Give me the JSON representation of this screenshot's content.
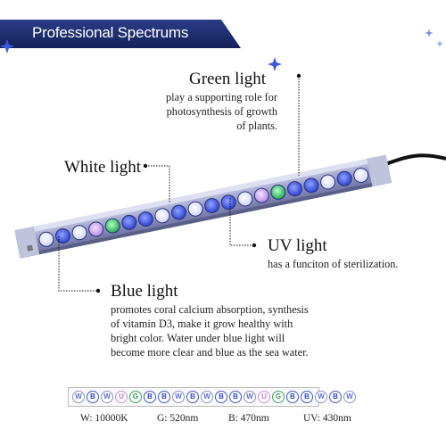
{
  "banner": {
    "title": "Professional Spectrums"
  },
  "callouts": {
    "green": {
      "title": "Green light",
      "lines": [
        "play a supporting role for",
        "photosynthesis of growth",
        "of plants."
      ]
    },
    "white": {
      "title": "White light"
    },
    "uv": {
      "title": "UV light",
      "lines": [
        "has a funciton of sterilization."
      ]
    },
    "blue": {
      "title": "Blue light",
      "lines": [
        "promotes coral calcium absorption, synthesis",
        "of vitamin D3, make it grow healthy with",
        "bright color. Water under blue light will",
        "become more clear and blue as the sea water."
      ]
    }
  },
  "led_sequence": [
    "W",
    "B",
    "W",
    "UV",
    "G",
    "B",
    "B",
    "W",
    "B",
    "W",
    "B",
    "B",
    "W",
    "UV",
    "G",
    "B",
    "B",
    "W",
    "B",
    "W"
  ],
  "legend": [
    {
      "code": "W:",
      "value": "10000K"
    },
    {
      "code": "G:",
      "value": "520nm"
    },
    {
      "code": "B:",
      "value": "470nm"
    },
    {
      "code": "UV:",
      "value": "430nm"
    }
  ],
  "colors": {
    "banner": "#1b2a6b",
    "bar_body": "#9aa2cc",
    "blue_led": "#3b57e0",
    "white_led": "#f4f6ff",
    "green_led": "#3fcf6a",
    "uv_led": "#c8a0ff"
  }
}
